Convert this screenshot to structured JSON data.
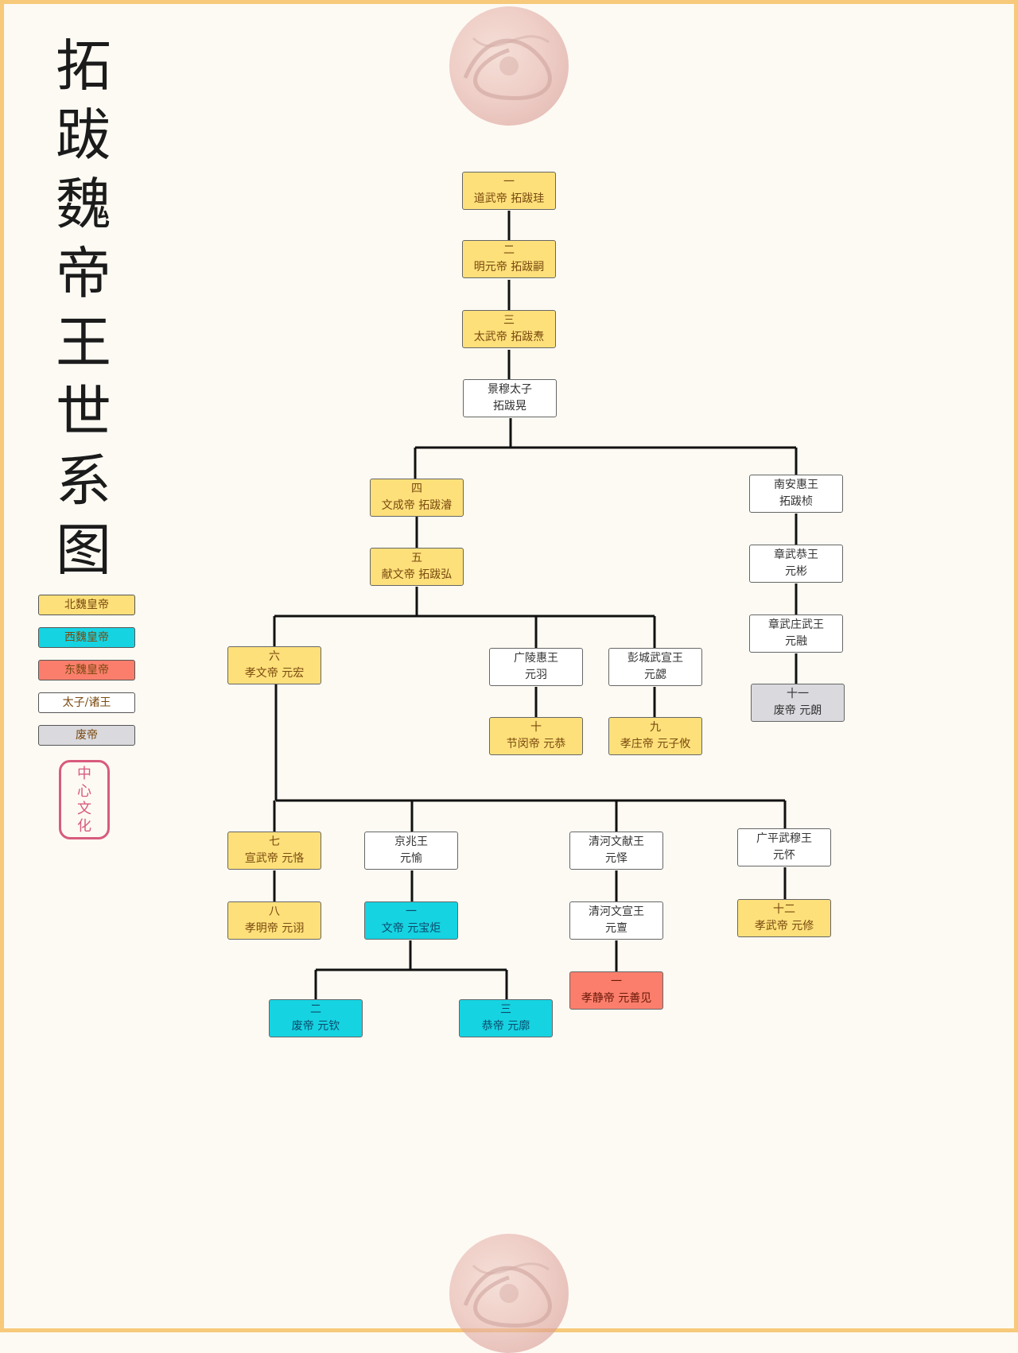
{
  "title": [
    "拓",
    "跋",
    "魏",
    "帝",
    "王",
    "世",
    "系",
    "图"
  ],
  "legend": [
    {
      "label": "北魏皇帝",
      "color": "#fde07a"
    },
    {
      "label": "西魏皇帝",
      "color": "#16d3e2"
    },
    {
      "label": "东魏皇帝",
      "color": "#fa7e6b"
    },
    {
      "label": "太子/诸王",
      "color": "#ffffff"
    },
    {
      "label": "废帝",
      "color": "#d9d9de"
    }
  ],
  "seal": [
    "中",
    "心",
    "文",
    "化"
  ],
  "nodes": {
    "n1": {
      "top": "一",
      "bottom": "道武帝  拓跋珪"
    },
    "n2": {
      "top": "二",
      "bottom": "明元帝  拓跋嗣"
    },
    "n3": {
      "top": "三",
      "bottom": "太武帝  拓跋焘"
    },
    "jingmu": {
      "top": "景穆太子",
      "bottom": "拓跋晃"
    },
    "n4": {
      "top": "四",
      "bottom": "文成帝  拓跋濬"
    },
    "n5": {
      "top": "五",
      "bottom": "献文帝  拓跋弘"
    },
    "nanan": {
      "top": "南安惠王",
      "bottom": "拓跋桢"
    },
    "zhangwugong": {
      "top": "章武恭王",
      "bottom": "元彬"
    },
    "zhangwuzhuang": {
      "top": "章武庄武王",
      "bottom": "元融"
    },
    "n11": {
      "top": "十一",
      "bottom": "废帝  元朗"
    },
    "n6": {
      "top": "六",
      "bottom": "孝文帝  元宏"
    },
    "guangling": {
      "top": "广陵惠王",
      "bottom": "元羽"
    },
    "pengcheng": {
      "top": "彭城武宣王",
      "bottom": "元勰"
    },
    "n10": {
      "top": "十",
      "bottom": "节闵帝  元恭"
    },
    "n9": {
      "top": "九",
      "bottom": "孝庄帝  元子攸"
    },
    "n7": {
      "top": "七",
      "bottom": "宣武帝  元恪"
    },
    "jingzhao": {
      "top": "京兆王",
      "bottom": "元愉"
    },
    "qinghewenxian": {
      "top": "清河文献王",
      "bottom": "元怿"
    },
    "guangping": {
      "top": "广平武穆王",
      "bottom": "元怀"
    },
    "n8": {
      "top": "八",
      "bottom": "孝明帝  元诩"
    },
    "xw1": {
      "top": "一",
      "bottom": "文帝  元宝炬"
    },
    "qinghewenxuan": {
      "top": "清河文宣王",
      "bottom": "元亶"
    },
    "n12": {
      "top": "十二",
      "bottom": "孝武帝  元修"
    },
    "dw1": {
      "top": "一",
      "bottom": "孝静帝  元善见"
    },
    "xw2": {
      "top": "二",
      "bottom": "废帝  元钦"
    },
    "xw3": {
      "top": "三",
      "bottom": "恭帝  元廓"
    }
  }
}
